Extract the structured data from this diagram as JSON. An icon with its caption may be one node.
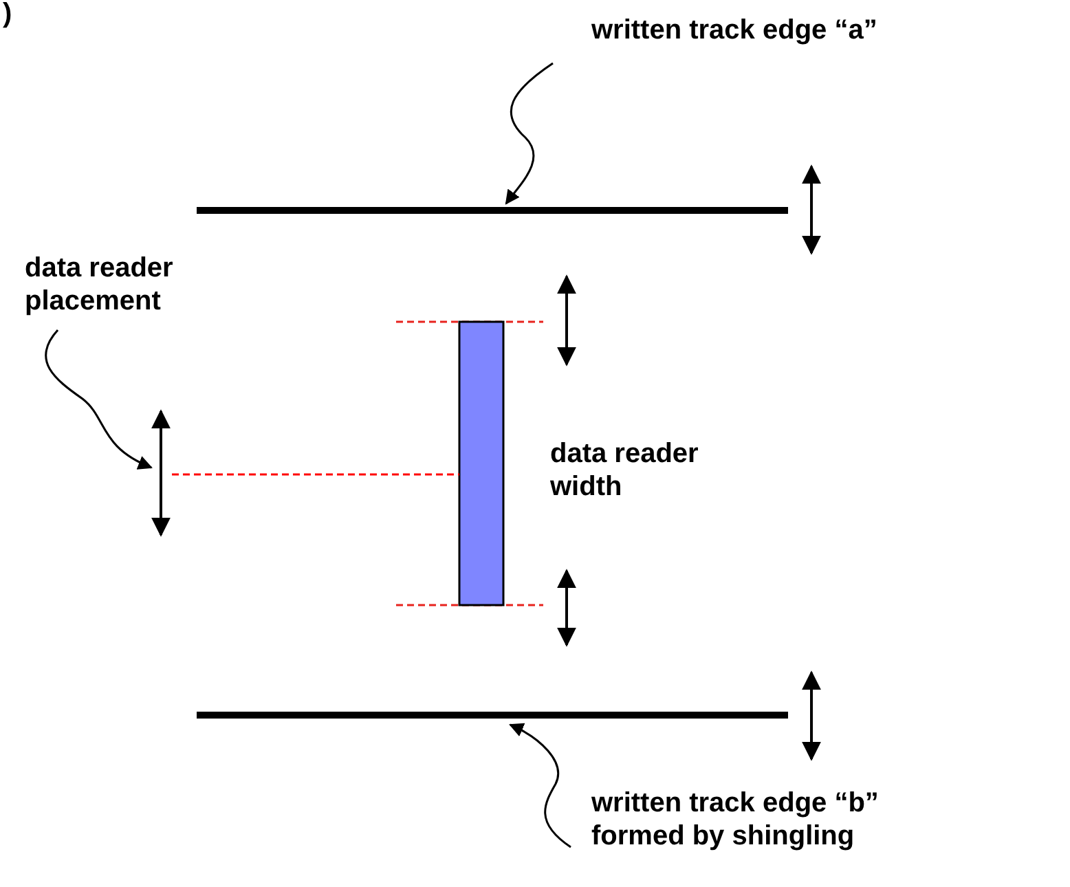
{
  "diagram": {
    "nodes": [
      {
        "text": [
          "written track edge “a”"
        ]
      },
      {
        "text": [],
        "shape": "bar"
      },
      {
        "text": [
          "data reader placement"
        ]
      },
      {
        "text": [],
        "shape": "arrow"
      },
      {
        "text": [],
        "shape": "bar"
      },
      {
        "text": [
          "written track edge “b” formed by shingling"
        ]
      },
      {
        "text": [],
        "shape": "bar"
      }
    ],
    "edges": [
      {
        "from": 0,
        "to": 1,
        "arrow": "to"
      },
      {
        "from": 2,
        "to": 3,
        "arrow": "to"
      },
      {
        "from": 5,
        "to": 6,
        "arrow": "to"
      },
      {
        "from": 3,
        "to": 4,
        "arrow": "none",
        "style": "dashed",
        "color": "#ff0000"
      }
    ],
    "labels": [
      ")",
      "data reader width"
    ]
  }
}
